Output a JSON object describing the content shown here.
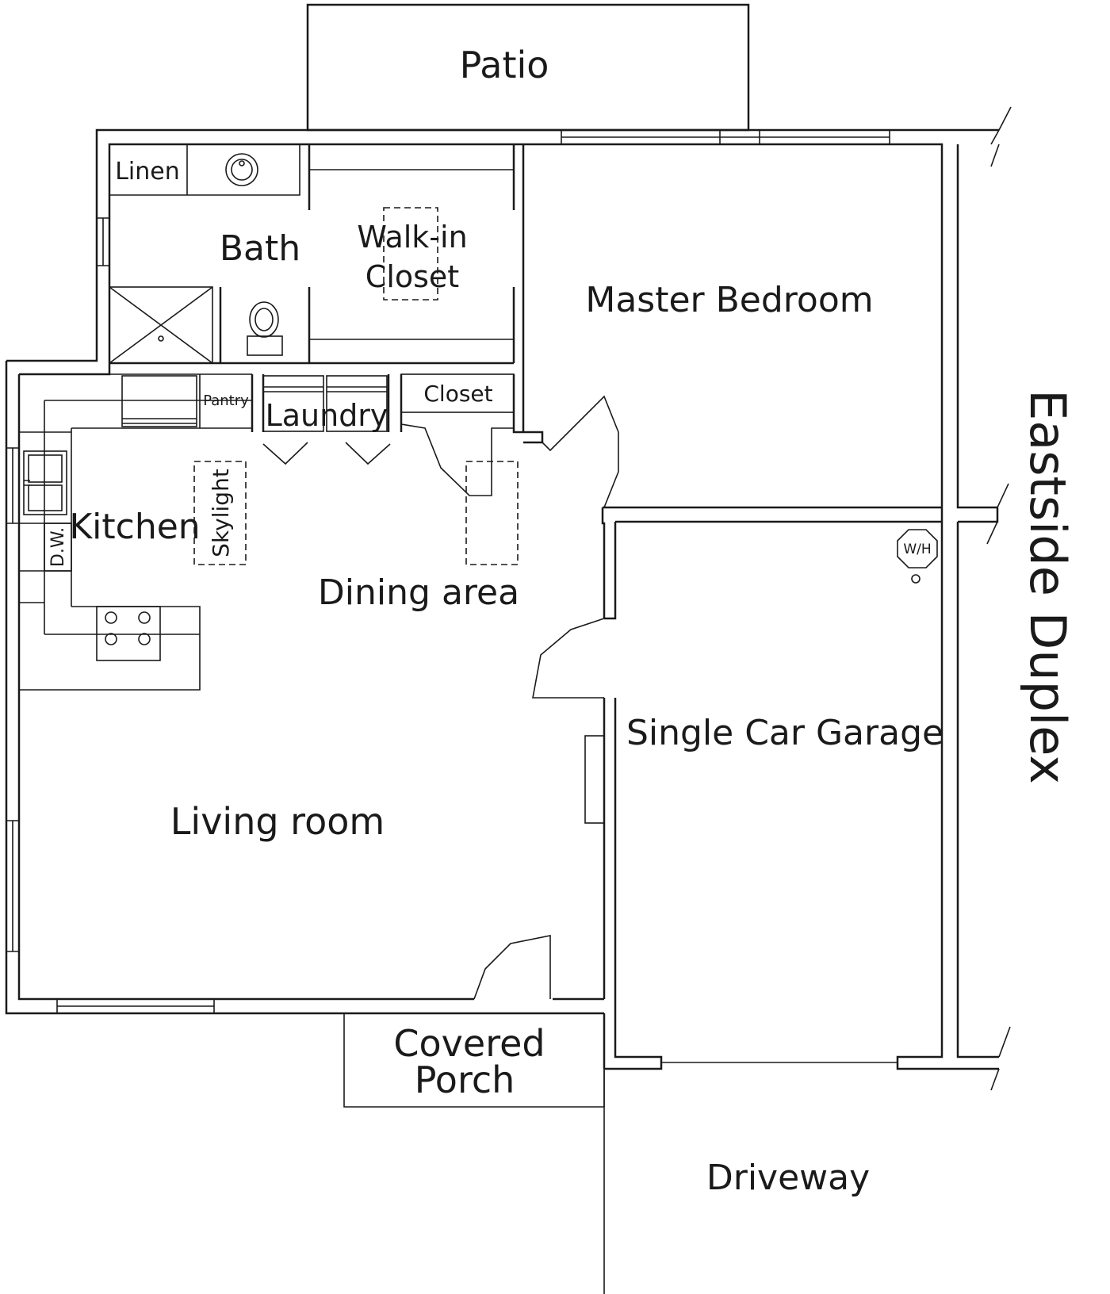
{
  "rooms": {
    "patio": "Patio",
    "linen": "Linen",
    "bath": "Bath",
    "walkin_closet_line1": "Walk-in",
    "walkin_closet_line2": "Closet",
    "master_bedroom": "Master Bedroom",
    "pantry": "Pantry",
    "laundry": "Laundry",
    "closet": "Closet",
    "kitchen": "Kitchen",
    "dishwasher": "D.W.",
    "skylight": "Skylight",
    "dining_area": "Dining area",
    "living_room": "Living room",
    "single_car_garage": "Single Car Garage",
    "water_heater": "W/H",
    "covered_porch_line1": "Covered",
    "covered_porch_line2": "Porch",
    "driveway": "Driveway",
    "eastside_duplex": "Eastside Duplex"
  },
  "colors": {
    "line": "#1a1a1a",
    "background": "#ffffff"
  }
}
